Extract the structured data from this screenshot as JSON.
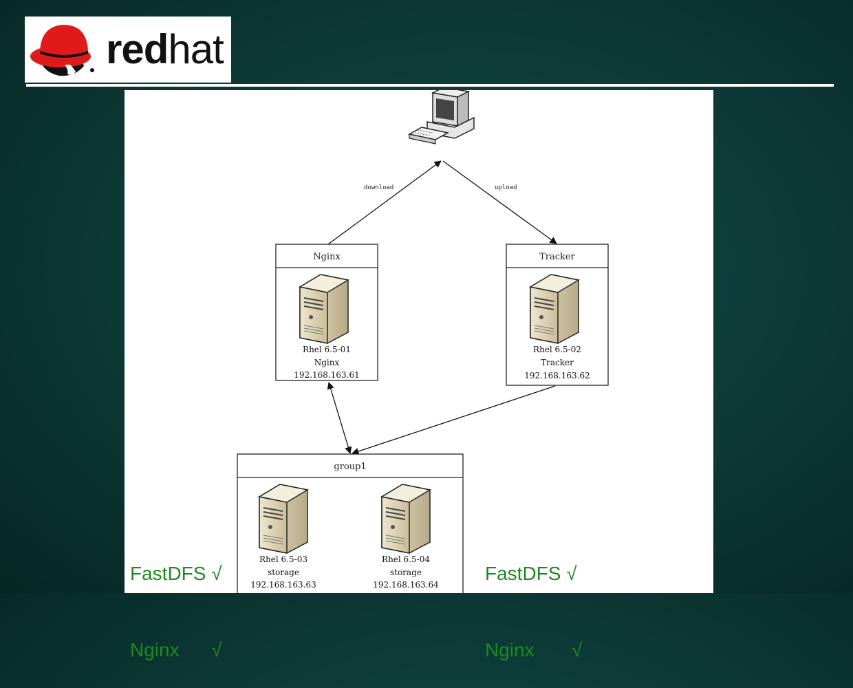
{
  "logo": {
    "word_bold": "red",
    "word_light": "hat",
    "registered": "®"
  },
  "diagram": {
    "client_icon": "desktop-computer-icon",
    "server_icon": "server-tower-icon",
    "edges": [
      {
        "from": "nginx",
        "to": "client",
        "label": "download"
      },
      {
        "from": "client",
        "to": "tracker",
        "label": "upload"
      },
      {
        "from": "group1",
        "to": "nginx",
        "label": ""
      },
      {
        "from": "tracker",
        "to": "group1",
        "label": ""
      }
    ],
    "nginx_box": {
      "title": "Nginx",
      "host": "Rhel 6.5-01",
      "role": "Nginx",
      "ip": "192.168.163.61"
    },
    "tracker_box": {
      "title": "Tracker",
      "host": "Rhel 6.5-02",
      "role": "Tracker",
      "ip": "192.168.163.62"
    },
    "group_box": {
      "title": "group1",
      "servers": [
        {
          "host": "Rhel 6.5-03",
          "role": "storage",
          "ip": "192.168.163.63"
        },
        {
          "host": "Rhel 6.5-04",
          "role": "storage",
          "ip": "192.168.163.64"
        }
      ]
    }
  },
  "checklists": {
    "left": [
      "FastDFS √",
      "Nginx      √"
    ],
    "right": [
      "FastDFS √",
      "Nginx       √"
    ]
  },
  "colors": {
    "background": "#0c3835",
    "checklist_text": "#1e8a1e",
    "logo_red": "#e01a1a"
  }
}
